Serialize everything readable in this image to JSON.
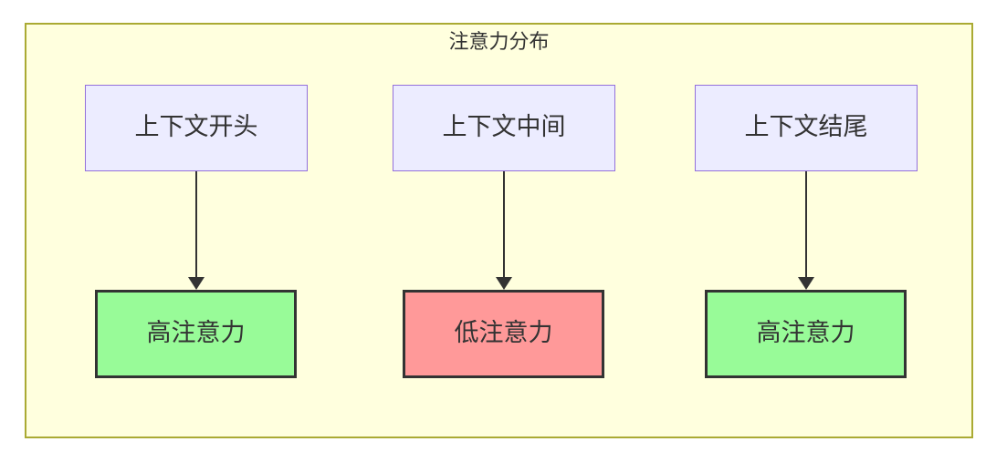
{
  "diagram": {
    "type": "flowchart",
    "title": "注意力分布",
    "columns": [
      {
        "source": "上下文开头",
        "result": "高注意力",
        "attention": "high"
      },
      {
        "source": "上下文中间",
        "result": "低注意力",
        "attention": "low"
      },
      {
        "source": "上下文结尾",
        "result": "高注意力",
        "attention": "high"
      }
    ],
    "colors": {
      "group_background": "#ffffde",
      "group_border": "#aaaa33",
      "source_node_background": "#ececff",
      "source_node_border": "#9370db",
      "high_attention_background": "#98fb98",
      "low_attention_background": "#ff9999",
      "result_node_border": "#333333",
      "arrow": "#333333",
      "text": "#333333"
    }
  }
}
